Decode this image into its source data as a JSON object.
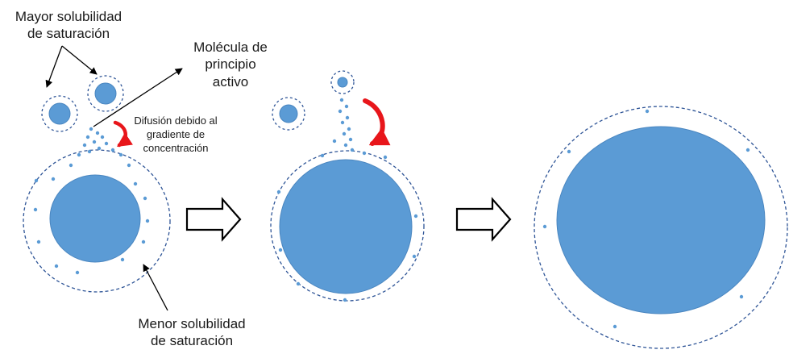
{
  "labels": {
    "mayor_line1": "Mayor solubilidad",
    "mayor_line2": "de saturación",
    "molecula_line1": "Molécula de",
    "molecula_line2": "principio",
    "molecula_line3": "activo",
    "difusion_line1": "Difusión debido al",
    "difusion_line2": "gradiente de",
    "difusion_line3": "concentración",
    "menor_line1": "Menor solubilidad",
    "menor_line2": "de saturación"
  },
  "colors": {
    "particle_fill": "#5b9bd5",
    "dashed_outline": "#2f5597",
    "text": "#1a1a1a",
    "curved_arrow": "#e8161b",
    "pointer_line": "#000000"
  },
  "icons": {
    "stage_arrow": "hollow-right-arrow",
    "diffusion_arrow": "curved-red-arrow"
  }
}
